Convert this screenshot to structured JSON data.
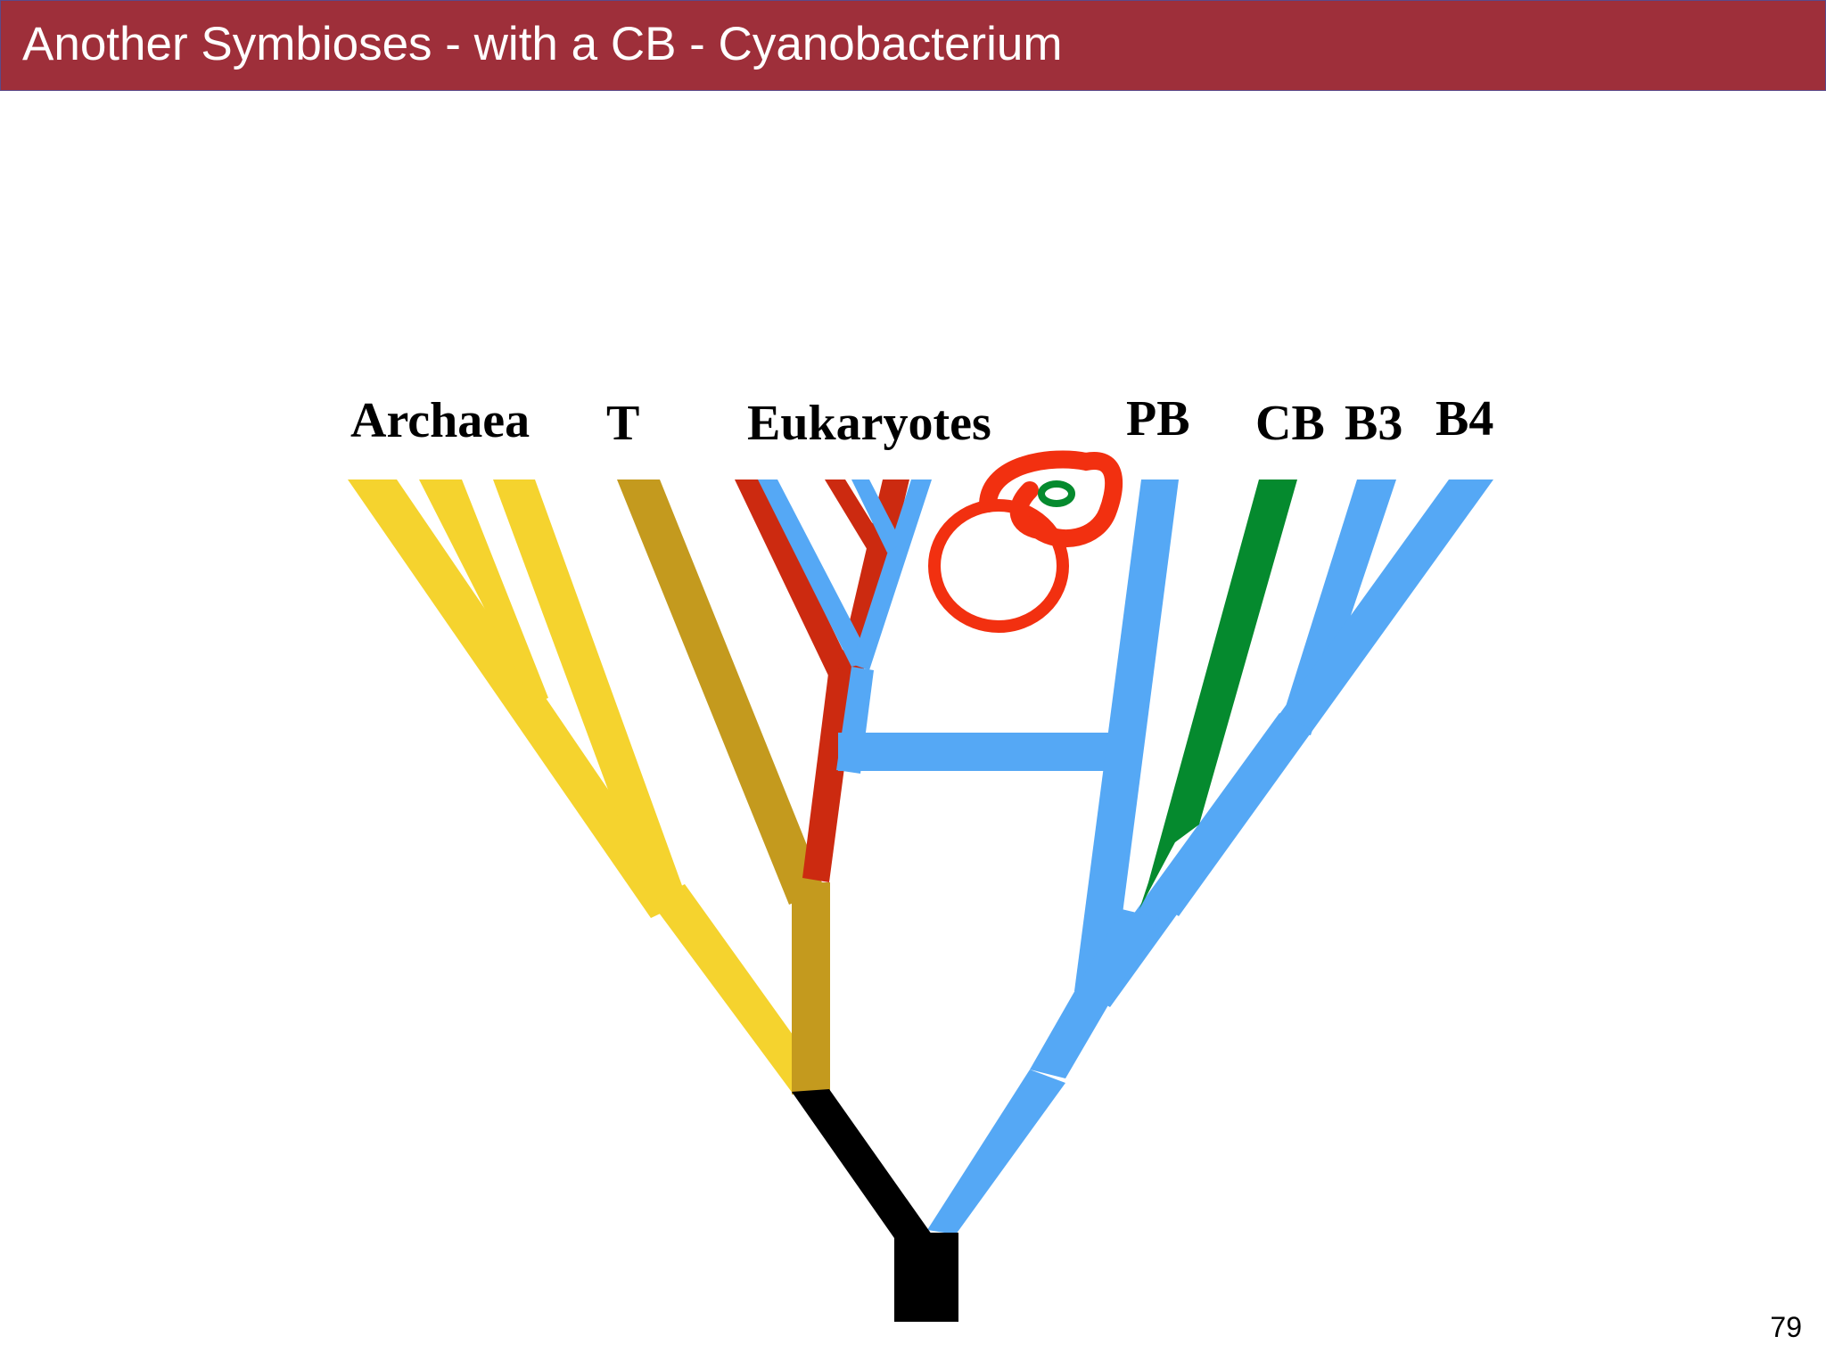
{
  "slide": {
    "title": "Another Symbioses - with a CB - Cyanobacterium",
    "page_number": "79"
  },
  "diagram": {
    "labels": {
      "archaea": "Archaea",
      "t": "T",
      "eukaryotes": "Eukaryotes",
      "pb": "PB",
      "cb": "CB",
      "b3": "B3",
      "b4": "B4"
    },
    "colors": {
      "archaea": "#f5d32e",
      "t": "#c49a1e",
      "eukaryote_red": "#cc2a10",
      "bacteria_blue": "#55a8f5",
      "cyanobacterium_green": "#058a2e",
      "root": "#000000",
      "symbiosis_cell": "#f23010"
    }
  }
}
